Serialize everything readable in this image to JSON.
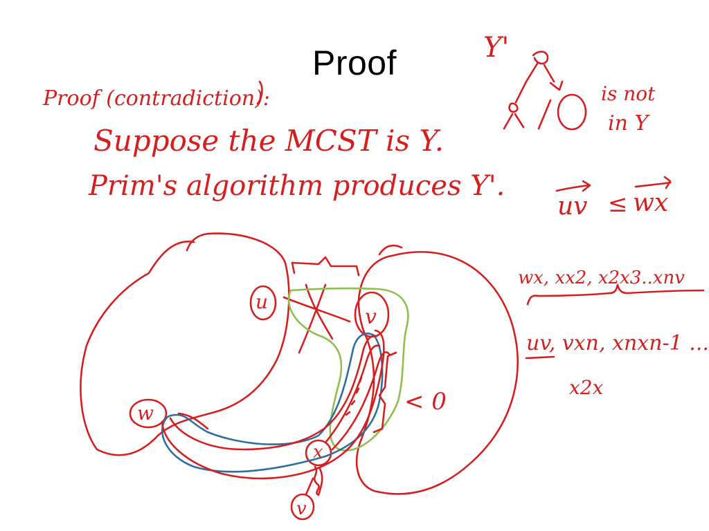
{
  "slide": {
    "title": "Proof"
  },
  "annotations": {
    "proof_heading": "Proof (contradiction):",
    "line1": "Suppose the MCST is Y.",
    "line2": "Prim's algorithm produces Y'.",
    "y_prime_label": "Y'",
    "not_in_label_1": "is not",
    "not_in_label_2": "in Y",
    "inequality_left": "uv",
    "inequality_right": "wx",
    "path_1": "wx, xx2, x2x3..xnv",
    "path_2": "uv, vxn, xnxn-1 ...",
    "path_3": "x2x",
    "lt_zero": "< 0",
    "node_u": "u",
    "node_v": "v",
    "node_w": "w",
    "node_x": "x",
    "node_v_bottom": "v"
  },
  "colors": {
    "ink_red": "#d71e1e",
    "ink_green": "#8cbf4f",
    "ink_blue": "#2e6fa3",
    "title_text": "#000000",
    "background": "#ffffff"
  }
}
